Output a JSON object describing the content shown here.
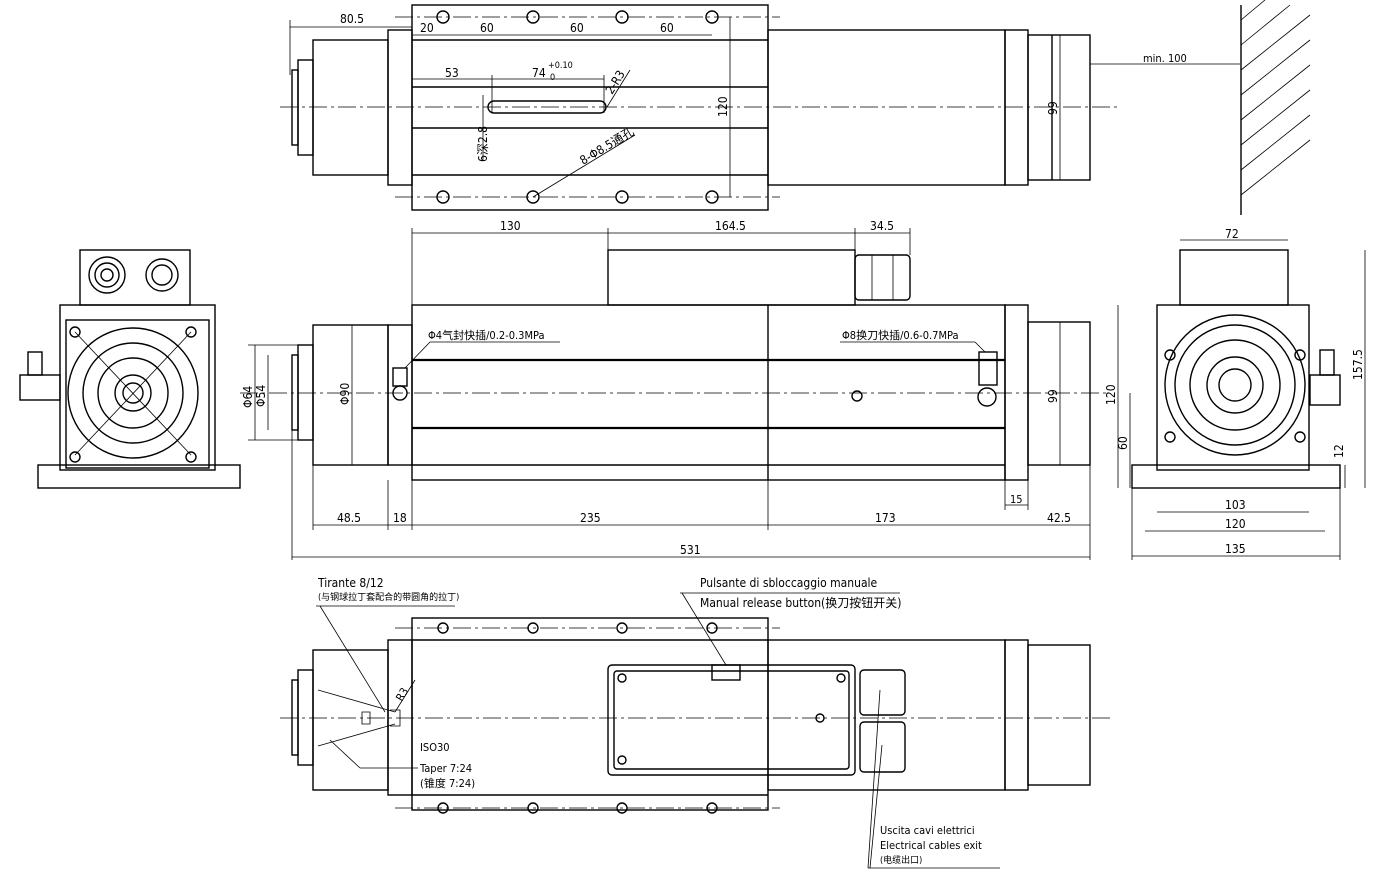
{
  "top_view": {
    "dims": {
      "d80_5": "80.5",
      "d20": "20",
      "d60a": "60",
      "d60b": "60",
      "d60c": "60",
      "d53": "53",
      "d74": "74",
      "d74_tol_up": "+0.10",
      "d74_tol_lo": "0",
      "r3": "2-R3",
      "depth": "6深2.8",
      "d120": "120",
      "holes": "8-Φ8.5通孔",
      "d99": "99",
      "min100": "min. 100"
    }
  },
  "side_view": {
    "dims": {
      "d130": "130",
      "d164_5": "164.5",
      "d34_5": "34.5",
      "d64": "Φ64",
      "d54": "Φ54",
      "d90": "Φ90",
      "d99": "99",
      "d15": "15",
      "d48_5": "48.5",
      "d18": "18",
      "d235": "235",
      "d173": "173",
      "d42_5": "42.5",
      "d531": "531"
    },
    "air_seal": "Φ4气封快插/0.2-0.3MPa",
    "tool_change": "Φ8换刀快插/0.6-0.7MPa"
  },
  "end_view": {
    "dims": {
      "d72": "72",
      "d157_5": "157.5",
      "d120": "120",
      "d60": "60",
      "d12": "12",
      "d103": "103",
      "d120w": "120",
      "d135": "135"
    }
  },
  "bottom_view": {
    "tirante": "Tirante 8/12",
    "tirante_cn": "(与钢球拉丁套配合的带圆角的拉丁)",
    "r3": "R3",
    "iso": "ISO30",
    "taper": "Taper 7:24",
    "taper_cn": "(锥度  7:24)",
    "button_it": "Pulsante di sbloccaggio manuale",
    "button_en": "Manual release button(换刀按钮开关)",
    "cable_it": "Uscita cavi elettrici",
    "cable_en": "Electrical cables exit",
    "cable_cn": "(电缆出口)"
  }
}
